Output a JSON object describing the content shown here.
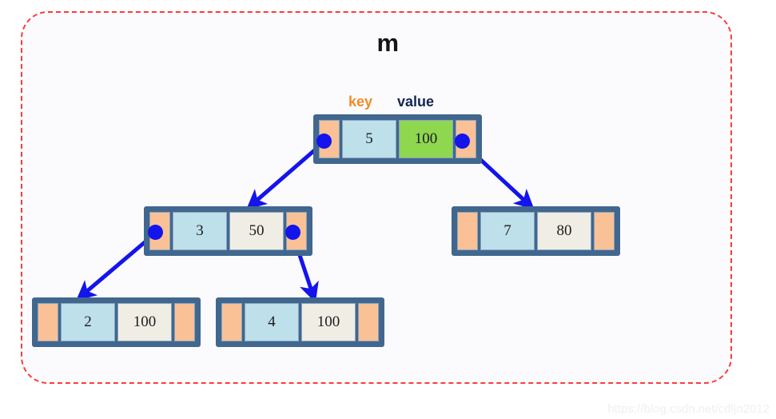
{
  "diagram": {
    "title": "m",
    "captions": {
      "key": "key",
      "value": "value"
    },
    "watermark": "https://blog.csdn.net/cdljn2012",
    "colors": {
      "container_border": "#fb3b3b",
      "container_fill": "#fbfbfe",
      "node_border": "#41678f",
      "pointer_cell": "#f9c195",
      "key_cell": "#bde0ea",
      "value_cell": "#f0ede4",
      "value_cell_highlight": "#8ed74f",
      "arrow": "#1414ec",
      "key_caption": "#f18c24",
      "value_caption": "#12264f"
    },
    "nodes": [
      {
        "id": "root",
        "key": "5",
        "value": "100",
        "value_highlighted": true,
        "left_pointer_set": true,
        "right_pointer_set": true
      },
      {
        "id": "n3",
        "key": "3",
        "value": "50",
        "value_highlighted": false,
        "left_pointer_set": true,
        "right_pointer_set": true
      },
      {
        "id": "n7",
        "key": "7",
        "value": "80",
        "value_highlighted": false,
        "left_pointer_set": false,
        "right_pointer_set": false
      },
      {
        "id": "n2",
        "key": "2",
        "value": "100",
        "value_highlighted": false,
        "left_pointer_set": false,
        "right_pointer_set": false
      },
      {
        "id": "n4",
        "key": "4",
        "value": "100",
        "value_highlighted": false,
        "left_pointer_set": false,
        "right_pointer_set": false
      }
    ],
    "edges": [
      {
        "from": "root",
        "side": "left",
        "to": "n3"
      },
      {
        "from": "root",
        "side": "right",
        "to": "n7"
      },
      {
        "from": "n3",
        "side": "left",
        "to": "n2"
      },
      {
        "from": "n3",
        "side": "right",
        "to": "n4"
      }
    ]
  }
}
